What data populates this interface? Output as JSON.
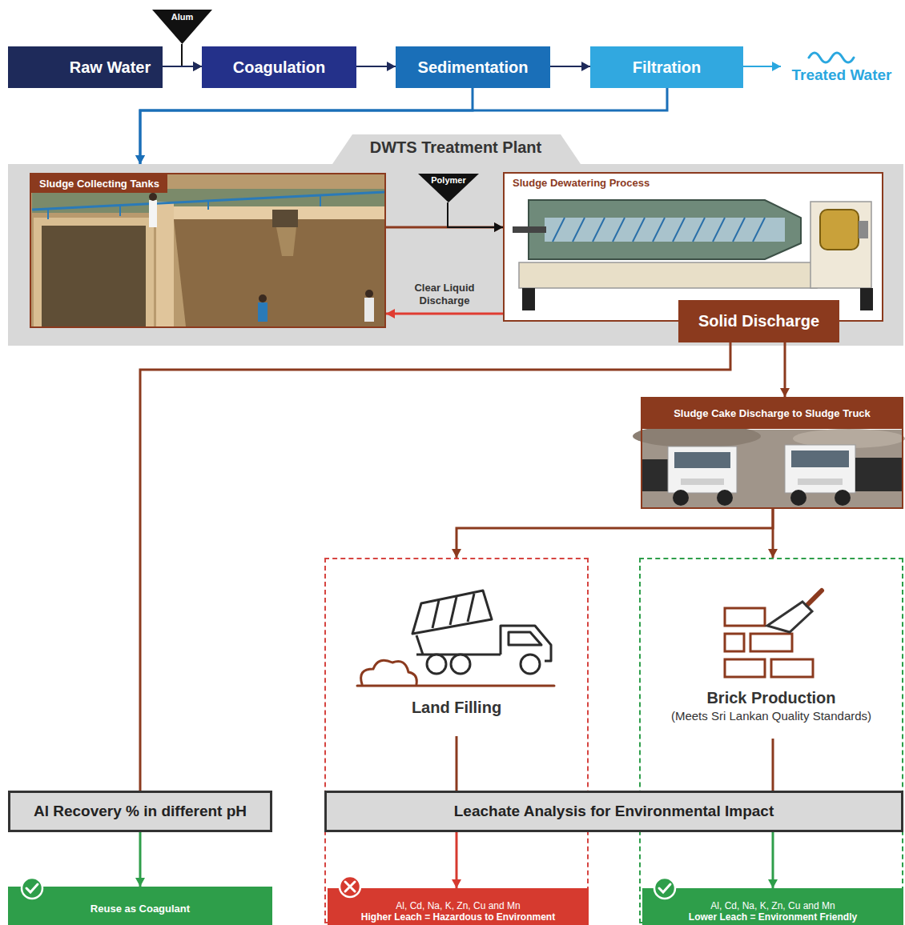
{
  "diagram": {
    "nodes": [
      {
        "text": [
          "Alum"
        ]
      },
      {
        "text": [
          "Raw Water"
        ]
      },
      {
        "text": [
          "Coagulation"
        ]
      },
      {
        "text": [
          "Sedimentation"
        ]
      },
      {
        "text": [
          "Filtration"
        ]
      },
      {
        "text": [
          "Treated Water"
        ]
      },
      {
        "text": [
          "DWTS Treatment Plant"
        ]
      },
      {
        "text": [
          "Sludge Collecting Tanks"
        ],
        "in": 6
      },
      {
        "text": [
          "Polymer"
        ],
        "in": 6
      },
      {
        "text": [
          "Sludge Dewatering Process"
        ],
        "in": 6
      },
      {
        "text": [
          "Solid Discharge"
        ],
        "in": 6
      },
      {
        "text": [
          "Sludge Cake Discharge to Sludge Truck"
        ]
      },
      {
        "text": [
          "Land Filling"
        ]
      },
      {
        "text": [
          "Brick Production",
          "(Meets Sri Lankan Quality Standards)"
        ]
      },
      {
        "text": [
          "Al Recovery % in different pH"
        ]
      },
      {
        "text": [
          "Leachate Analysis for Environmental Impact"
        ]
      },
      {
        "text": [
          "Reuse as Coagulant"
        ]
      },
      {
        "text": [
          "Al, Cd, Na, K, Zn, Cu and Mn",
          "Higher Leach = Hazardous to Environment"
        ],
        "in": 12
      },
      {
        "text": [
          "Al, Cd, Na, K, Zn, Cu and Mn",
          "Lower Leach = Environment Friendly"
        ],
        "in": 13
      }
    ],
    "edges": [
      {
        "from": 0,
        "to": 2,
        "arrow": "to"
      },
      {
        "from": 1,
        "to": 2,
        "arrow": "to"
      },
      {
        "from": 2,
        "to": 3,
        "arrow": "to"
      },
      {
        "from": 3,
        "to": 4,
        "arrow": "to"
      },
      {
        "from": 4,
        "to": 5,
        "arrow": "to"
      },
      {
        "from": 3,
        "to": 6,
        "arrow": "to"
      },
      {
        "from": 4,
        "to": 6,
        "arrow": "to"
      },
      {
        "from": 7,
        "to": 9,
        "arrow": "to"
      },
      {
        "from": 8,
        "to": 9,
        "arrow": "to"
      },
      {
        "from": 9,
        "to": 7,
        "label": "Clear Liquid Discharge",
        "arrow": "to"
      },
      {
        "from": 10,
        "to": 14,
        "arrow": "none"
      },
      {
        "from": 10,
        "to": 11,
        "arrow": "to"
      },
      {
        "from": 11,
        "to": 12,
        "arrow": "to"
      },
      {
        "from": 11,
        "to": 13,
        "arrow": "to"
      },
      {
        "from": 12,
        "to": 15,
        "arrow": "none"
      },
      {
        "from": 13,
        "to": 15,
        "arrow": "none"
      },
      {
        "from": 14,
        "to": 16,
        "arrow": "to"
      },
      {
        "from": 15,
        "to": 17,
        "arrow": "to"
      },
      {
        "from": 15,
        "to": 18,
        "arrow": "to"
      }
    ]
  }
}
